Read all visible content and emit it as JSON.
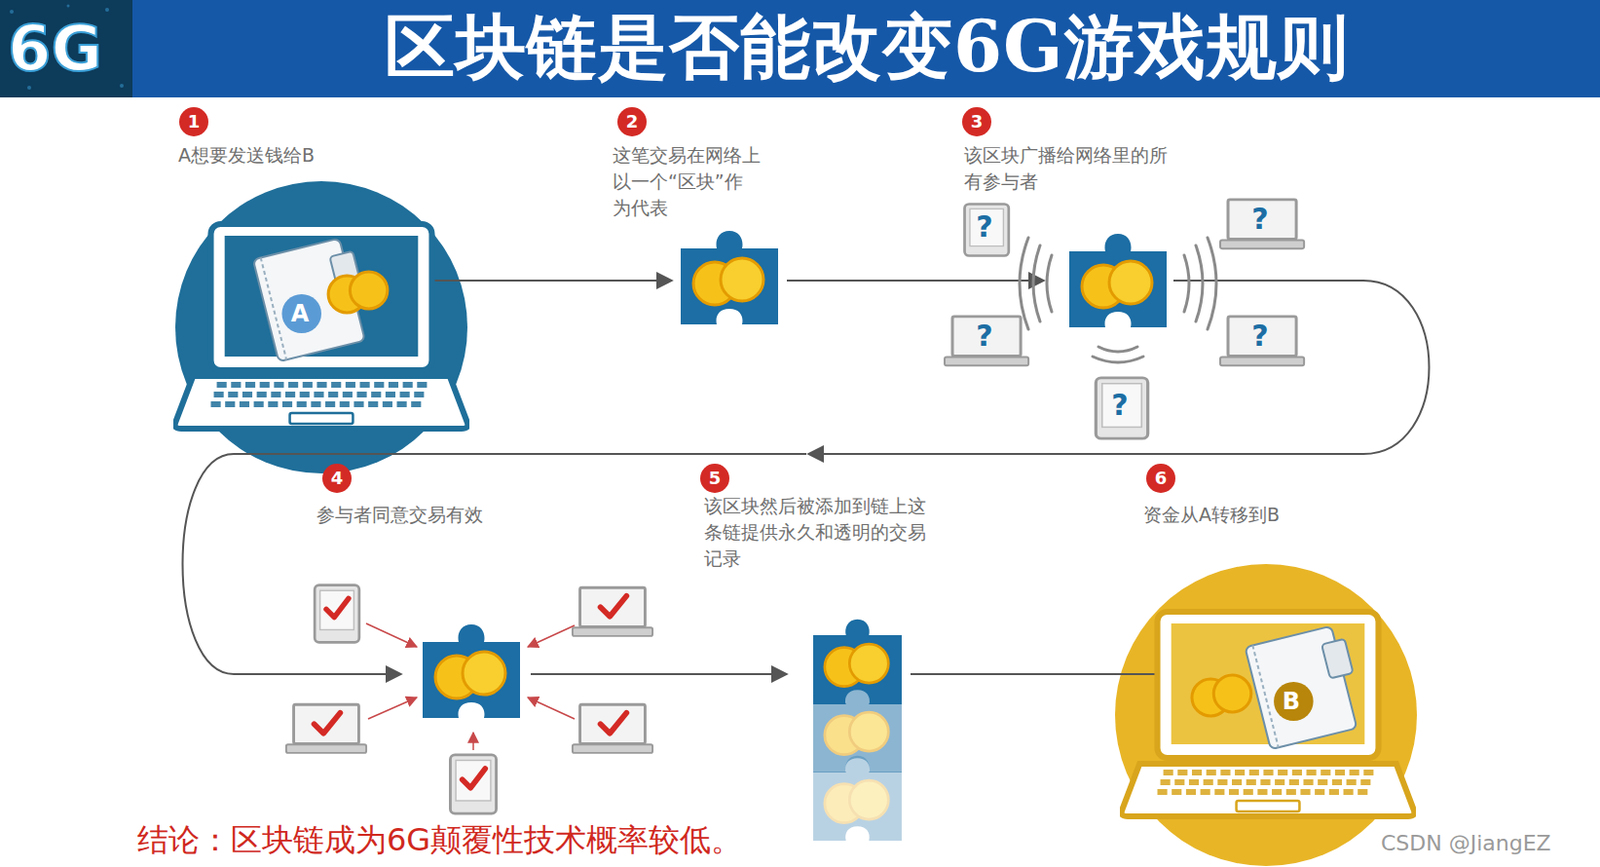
{
  "diagram": {
    "title": "区块链是否能改变6G游戏规则",
    "caption": "结论：区块链成为6G颠覆性技术概率较低。",
    "nodes": [
      {
        "text": [
          "A"
        ]
      },
      {
        "text": [
          "?"
        ]
      },
      {
        "text": [
          "?"
        ]
      },
      {
        "text": [
          "?"
        ]
      },
      {
        "text": [
          "?"
        ]
      },
      {
        "text": [
          "?"
        ]
      },
      {
        "text": [
          "B"
        ]
      }
    ],
    "labels": [
      "6G",
      "1",
      "A想要发送钱给B",
      "2",
      "这笔交易在网络上 以一个“区块”作 为代表",
      "3",
      "该区块广播给网络里的所 有参与者",
      "4",
      "参与者同意交易有效",
      "5",
      "该区块然后被添加到链上这 条链提供永久和透明的交易 记录",
      "6",
      "资金从A转移到B",
      "CSDN @JiangEZ"
    ]
  }
}
